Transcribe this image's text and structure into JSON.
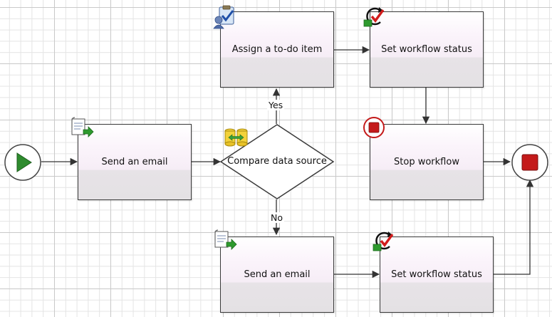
{
  "nodes": {
    "start": {
      "icon": "start-play-icon"
    },
    "send_email_1": {
      "label": "Send an email",
      "icon": "email-send-icon"
    },
    "compare": {
      "label": "Compare data source",
      "icon": "compare-data-icon"
    },
    "assign_todo": {
      "label": "Assign a to-do item",
      "icon": "todo-task-icon"
    },
    "set_status_1": {
      "label": "Set workflow status",
      "icon": "workflow-status-icon"
    },
    "stop": {
      "label": "Stop workflow",
      "icon": "stop-workflow-icon"
    },
    "send_email_2": {
      "label": "Send an email",
      "icon": "email-send-icon"
    },
    "set_status_2": {
      "label": "Set workflow status",
      "icon": "workflow-status-icon"
    },
    "end": {
      "icon": "end-stop-icon"
    }
  },
  "edges": {
    "yes_label": "Yes",
    "no_label": "No"
  },
  "colors": {
    "start_fill": "#2e8b2e",
    "end_fill": "#c41a1a",
    "border": "#3a3a3a"
  }
}
